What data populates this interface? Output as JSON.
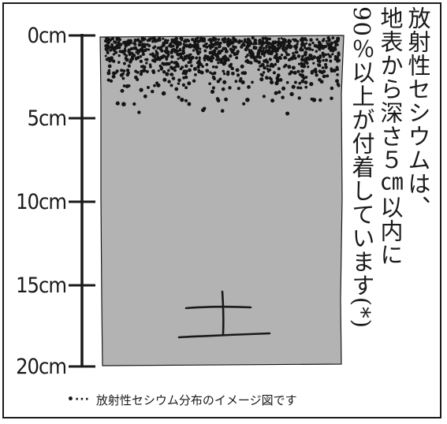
{
  "diagram": {
    "depth_labels": [
      "0cm",
      "5cm",
      "10cm",
      "15cm",
      "20cm"
    ],
    "soil_label": "土",
    "note_columns": [
      "放射性セシウムは、",
      "地表から深さ５㎝以内に",
      "90％以上が付着しています(*)"
    ],
    "legend_symbol": "•···",
    "caption": "放射性セシウム分布のイメージ図です",
    "colors": {
      "soil": "#b3b3b3",
      "ink": "#1a1a1a",
      "dots": "#141414"
    }
  }
}
